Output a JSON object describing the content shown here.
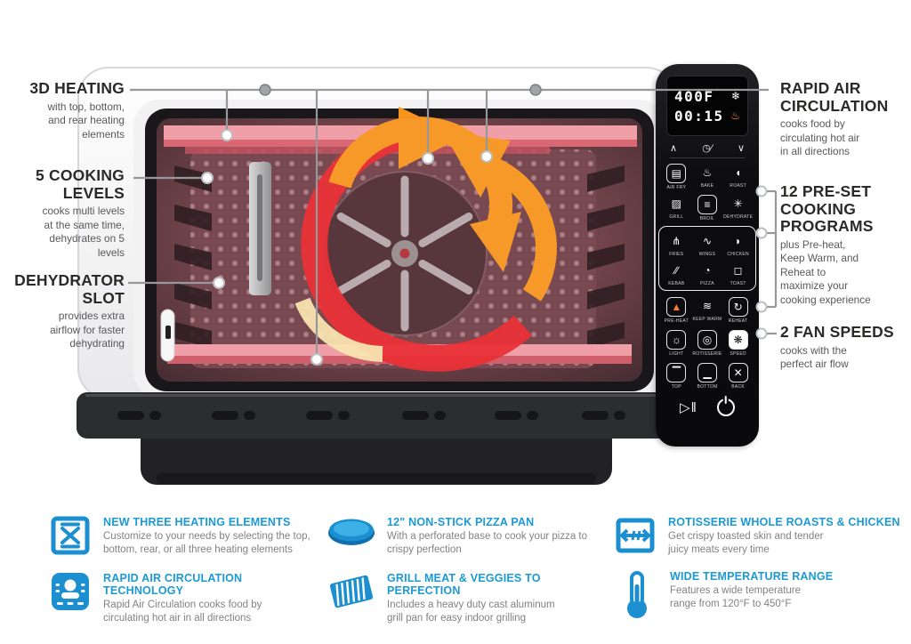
{
  "colors": {
    "accent_blue": "#1b9ad6",
    "heat_orange": "#f7941e",
    "heat_red": "#e8262d",
    "panel_black": "#0d0d0f"
  },
  "callouts": {
    "left": [
      {
        "title": "3D HEATING",
        "desc": "with top, bottom,\nand rear heating\nelements"
      },
      {
        "title": "5 COOKING\nLEVELS",
        "desc": "cooks multi levels\nat the same time,\ndehydrates on 5\nlevels"
      },
      {
        "title": "DEHYDRATOR\nSLOT",
        "desc": "provides extra\nairflow for faster\ndehydrating"
      }
    ],
    "right": [
      {
        "title": "RAPID AIR\nCIRCULATION",
        "desc": "cooks food by\ncirculating hot air\nin all directions"
      },
      {
        "title": "12 PRE-SET\nCOOKING\nPROGRAMS",
        "desc": "plus Pre-heat,\nKeep Warm, and\nReheat to\nmaximize your\ncooking experience"
      },
      {
        "title": "2 FAN SPEEDS",
        "desc": "cooks with the\nperfect air flow"
      }
    ]
  },
  "panel": {
    "display": {
      "temperature": "400F",
      "time": "00:15",
      "snowflake": "❄",
      "flame": "♨"
    },
    "nav": {
      "up": "∧",
      "toggle": "◷∕",
      "down": "∨"
    },
    "modes": [
      {
        "label": "AIR FRY",
        "glyph": "▤",
        "cls": "boxed"
      },
      {
        "label": "BAKE",
        "glyph": "♨"
      },
      {
        "label": "ROAST",
        "glyph": "◖"
      },
      {
        "label": "GRILL",
        "glyph": "▨"
      },
      {
        "label": "BROIL",
        "glyph": "≡",
        "cls": "boxed"
      },
      {
        "label": "DEHYDRATE",
        "glyph": "✳"
      }
    ],
    "presets": [
      {
        "label": "FRIES",
        "glyph": "⋔"
      },
      {
        "label": "WINGS",
        "glyph": "∿"
      },
      {
        "label": "CHICKEN",
        "glyph": "◗"
      },
      {
        "label": "KEBAB",
        "glyph": "∕∕"
      },
      {
        "label": "PIZZA",
        "glyph": "◔"
      },
      {
        "label": "TOAST",
        "glyph": "◻"
      }
    ],
    "extras1": [
      {
        "label": "PRE-HEAT",
        "glyph": "▲",
        "cls": "boxed accent"
      },
      {
        "label": "KEEP WARM",
        "glyph": "≋"
      },
      {
        "label": "REHEAT",
        "glyph": "↻",
        "cls": "boxed"
      }
    ],
    "extras2": [
      {
        "label": "LIGHT",
        "glyph": "☼",
        "cls": "boxed"
      },
      {
        "label": "ROTISSERIE",
        "glyph": "◎",
        "cls": "boxed"
      },
      {
        "label": "SPEED",
        "glyph": "❋",
        "cls": "boxed fill"
      }
    ],
    "zones": [
      {
        "label": "TOP",
        "glyph": "▔",
        "cls": "boxed"
      },
      {
        "label": "BOTTOM",
        "glyph": "▁",
        "cls": "boxed"
      },
      {
        "label": "BACK",
        "glyph": "✕",
        "cls": "boxed"
      }
    ],
    "transport": {
      "play_pause": "▷‖"
    }
  },
  "features": [
    {
      "icon": "three-heating-elements-icon",
      "title": "NEW THREE HEATING ELEMENTS",
      "desc": "Customize to your needs by selecting the top,\nbottom, rear, or all three heating elements"
    },
    {
      "icon": "pizza-pan-icon",
      "title": "12\" NON-STICK PIZZA PAN",
      "desc": "With a perforated base to cook your pizza to\ncrispy perfection"
    },
    {
      "icon": "rotisserie-icon",
      "title": "ROTISSERIE WHOLE ROASTS & CHICKEN",
      "desc": "Get crispy toasted skin and tender\njuicy meats every time"
    },
    {
      "icon": "rapid-air-icon",
      "title": "RAPID AIR CIRCULATION TECHNOLOGY",
      "desc": "Rapid Air Circulation cooks food by\ncirculating hot air in all directions"
    },
    {
      "icon": "grill-pan-icon",
      "title": "GRILL MEAT & VEGGIES TO PERFECTION",
      "desc": "Includes a heavy duty cast aluminum\ngrill pan for easy indoor grilling"
    },
    {
      "icon": "thermometer-icon",
      "title": "WIDE TEMPERATURE RANGE",
      "desc": "Features a wide temperature\nrange from 120°F to 450°F"
    }
  ]
}
